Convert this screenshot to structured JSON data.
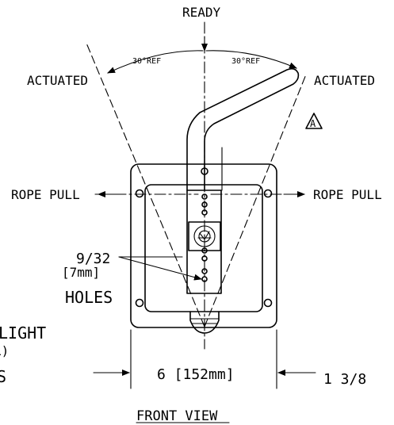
{
  "labels": {
    "ready": "READY",
    "actuated_left": "ACTUATED",
    "actuated_right": "ACTUATED",
    "ref_left": "30°REF",
    "ref_right": "30°REF",
    "revision_mark": "A",
    "rope_pull_left": "ROPE PULL",
    "rope_pull_right": "ROPE PULL",
    "hole_size_fraction": "9/32",
    "hole_size_metric": "[7mm]",
    "holes": "HOLES",
    "light_partial": "LIGHT",
    "paren_partial": "L)",
    "s_partial": "S",
    "width_dim": "6 [152mm]",
    "side_dim": "1 3/8",
    "view_title": "FRONT VIEW"
  }
}
